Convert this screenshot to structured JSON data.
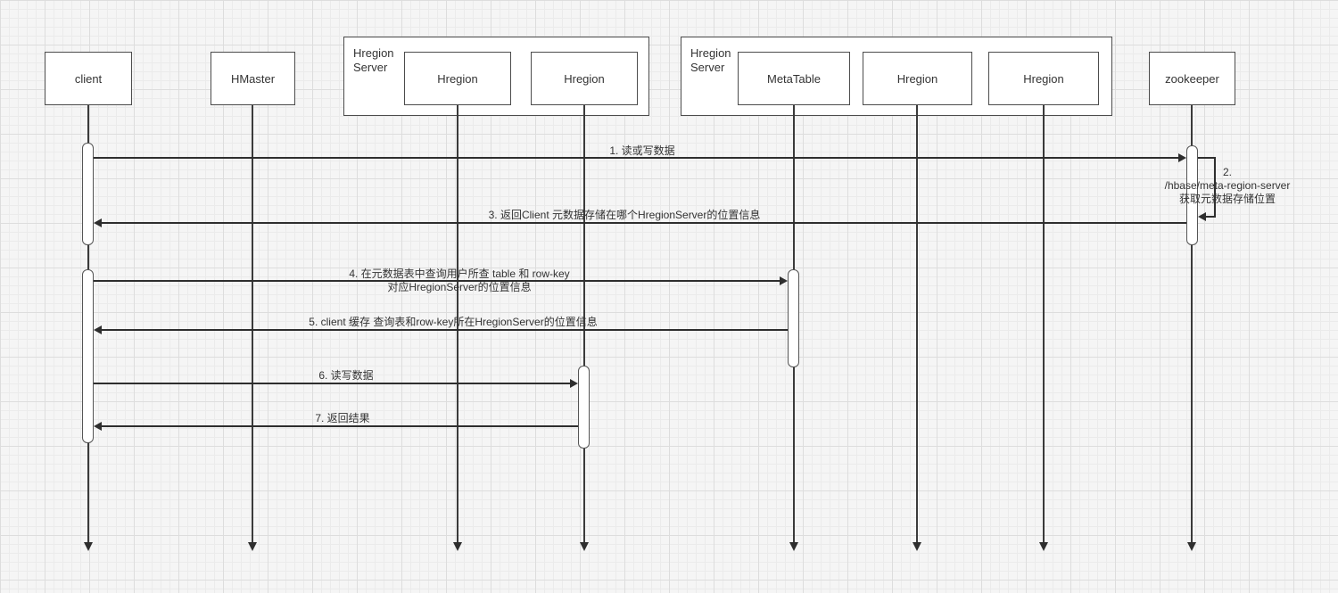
{
  "actors": {
    "client": "client",
    "hmaster": "HMaster",
    "hregion_server_left": "Hregion\nServer",
    "hregion_left_1": "Hregion",
    "hregion_left_2": "Hregion",
    "hregion_server_right": "Hregion\nServer",
    "metatable": "MetaTable",
    "hregion_right_1": "Hregion",
    "hregion_right_2": "Hregion",
    "zookeeper": "zookeeper"
  },
  "messages": {
    "m1": "1. 读或写数据",
    "m2_num": "2.",
    "m2_path": "/hbase/meta-region-server",
    "m2_desc": "获取元数据存储位置",
    "m3": "3. 返回Client 元数据存储在哪个HregionServer的位置信息",
    "m4_line1": "4. 在元数据表中查询用户所查 table 和 row-key",
    "m4_line2": "对应HregionServer的位置信息",
    "m5": "5. client 缓存 查询表和row-key所在HregionServer的位置信息",
    "m6": "6. 读写数据",
    "m7": "7. 返回结果"
  }
}
